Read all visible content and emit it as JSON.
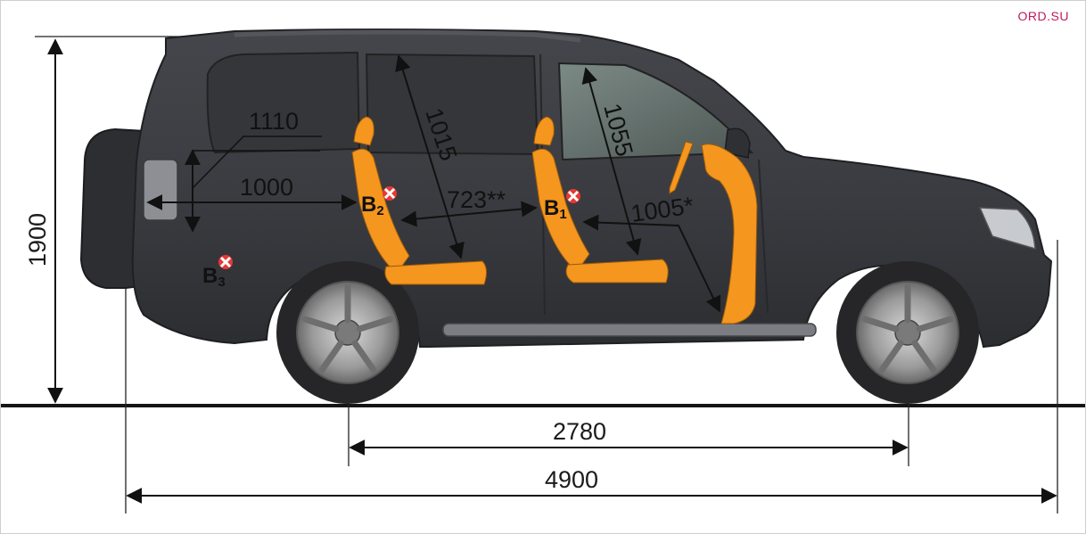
{
  "watermark": "ORD.SU",
  "dimensions": {
    "height": "1900",
    "wheelbase": "2780",
    "overall_length": "4900",
    "rear_headroom_width": "1110",
    "rear_cargo_length": "1000",
    "second_row_headroom": "1015",
    "front_headroom": "1055",
    "legroom_between_rows": "723**",
    "front_legroom": "1005*"
  },
  "seats": {
    "front": {
      "letter": "B",
      "sub": "1"
    },
    "second": {
      "letter": "B",
      "sub": "2"
    },
    "third": {
      "letter": "B",
      "sub": "3"
    }
  },
  "colors": {
    "seat": "#f5961e",
    "body": "#3b3c41",
    "marker": "#e53935",
    "line": "#1a1a1a"
  }
}
